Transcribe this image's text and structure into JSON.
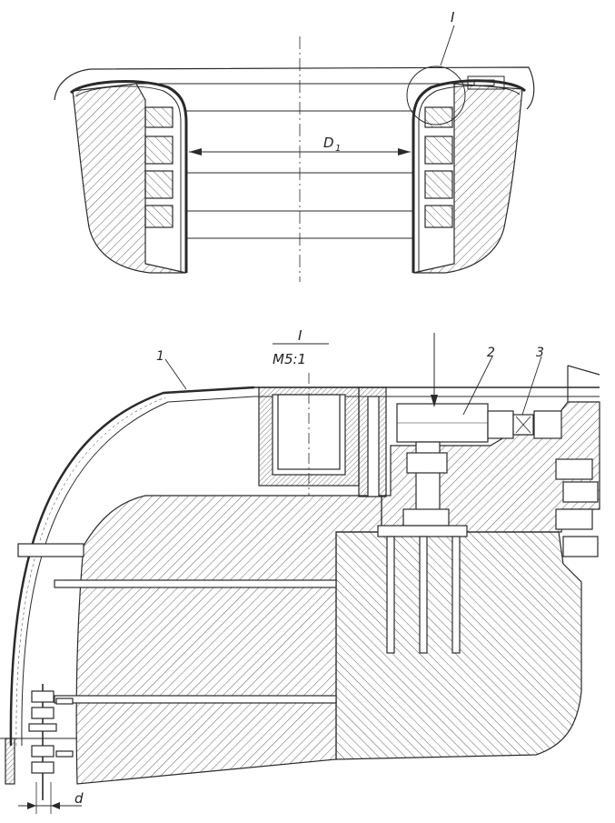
{
  "labels": {
    "detail_marker": "I",
    "diameter": "D",
    "diameter_sub": "1",
    "detail_title": "I",
    "scale": "M5:1",
    "part_1": "1",
    "part_2": "2",
    "part_3": "3",
    "gap": "d"
  },
  "colors": {
    "ink": "#2a2a2a",
    "paper": "#ffffff"
  }
}
